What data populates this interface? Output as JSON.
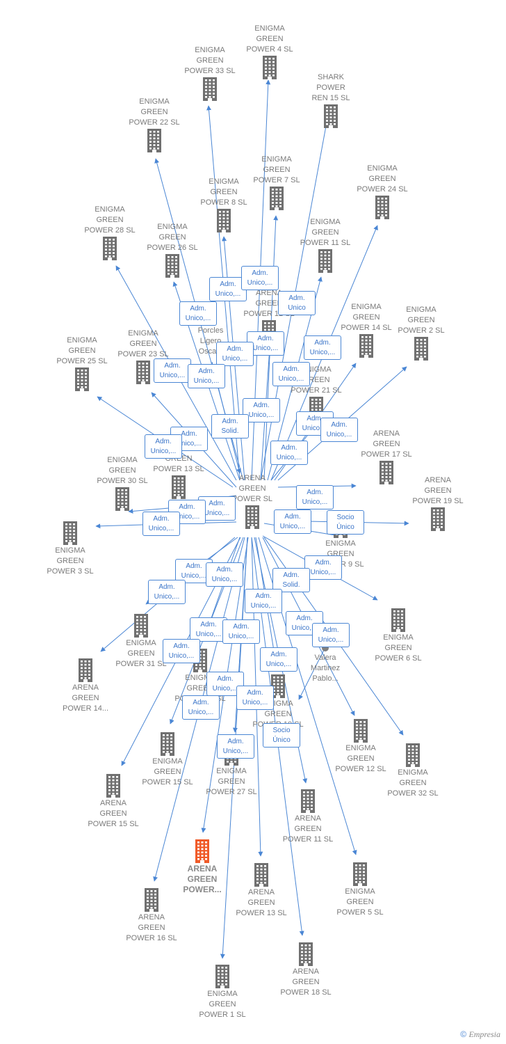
{
  "center": {
    "label": "ARENA\nGREEN\nPOWER  SL"
  },
  "focus": {
    "label": "ARENA\nGREEN\nPOWER..."
  },
  "companies": [
    {
      "label": "ENIGMA\nGREEN\nPOWER 4  SL"
    },
    {
      "label": "ENIGMA\nGREEN\nPOWER 33  SL"
    },
    {
      "label": "SHARK\nPOWER\nREN 15  SL"
    },
    {
      "label": "ENIGMA\nGREEN\nPOWER 22  SL"
    },
    {
      "label": "ENIGMA\nGREEN\nPOWER 7  SL"
    },
    {
      "label": "ENIGMA\nGREEN\nPOWER 24  SL"
    },
    {
      "label": "ENIGMA\nGREEN\nPOWER 8  SL"
    },
    {
      "label": "ENIGMA\nGREEN\nPOWER 28  SL"
    },
    {
      "label": "ENIGMA\nGREEN\nPOWER 26  SL"
    },
    {
      "label": "ENIGMA\nGREEN\nPOWER 11  SL"
    },
    {
      "label": "ARENA\nGREEN\nPOWER 12  SL"
    },
    {
      "label": "ENIGMA\nGREEN\nPOWER 14  SL"
    },
    {
      "label": "ENIGMA\nGREEN\nPOWER 2  SL"
    },
    {
      "label": "ENIGMA\nGREEN\nPOWER 25  SL"
    },
    {
      "label": "ENIGMA\nGREEN\nPOWER 23  SL"
    },
    {
      "label": "ENIGMA\nGREEN\nPOWER 21  SL"
    },
    {
      "label": "ARENA\nGREEN\nPOWER 17  SL"
    },
    {
      "label": "ENIGMA\nGREEN\nPOWER 30  SL"
    },
    {
      "label": "ARENA\nGREEN\nPOWER 19  SL"
    },
    {
      "label": "ENIGMA\nGREEN\nPOWER 13  SL"
    },
    {
      "label": "ENIGMA\nGREEN\nPOWER 3  SL"
    },
    {
      "label": "ENIGMA\nGREEN\nPOWER 9  SL"
    },
    {
      "label": "ENIGMA\nGREEN\nPOWER 6  SL"
    },
    {
      "label": "ENIGMA\nGREEN\nPOWER 31  SL"
    },
    {
      "label": "ARENA\nGREEN\nPOWER 14..."
    },
    {
      "label": "ENIGMA\nGREEN\nPOWER 29  SL"
    },
    {
      "label": "ENIGMA\nGREEN\nPOWER 10  SL"
    },
    {
      "label": "ENIGMA\nGREEN\nPOWER 12  SL"
    },
    {
      "label": "ENIGMA\nGREEN\nPOWER 32  SL"
    },
    {
      "label": "ENIGMA\nGREEN\nPOWER 15  SL"
    },
    {
      "label": "ENIGMA\nGREEN\nPOWER 27  SL"
    },
    {
      "label": "ARENA\nGREEN\nPOWER 15  SL"
    },
    {
      "label": "ARENA\nGREEN\nPOWER 11  SL"
    },
    {
      "label": "ARENA\nGREEN\nPOWER 13  SL"
    },
    {
      "label": "ENIGMA\nGREEN\nPOWER 5  SL"
    },
    {
      "label": "ARENA\nGREEN\nPOWER 16  SL"
    },
    {
      "label": "ARENA\nGREEN\nPOWER 18  SL"
    },
    {
      "label": "ENIGMA\nGREEN\nPOWER 1  SL"
    }
  ],
  "persons": [
    {
      "label": "Porcles\nLigero\nOsca..."
    },
    {
      "label": "Valera\nMartinez\nPablo..."
    }
  ],
  "badges": [
    "Adm.\nUnico,...",
    "Adm.\nUnico,...",
    "Adm.\nUnico",
    "Adm.\nUnico,...",
    "Adm.\nUnico,...",
    "Adm.\nUnico,...",
    "Adm.\nUnico,...",
    "Adm.\nUnico,...",
    "Adm.\nUnico,...",
    "Adm.\nUnico,...",
    "Adm.\nUnico,...",
    "Adm.\nSolid.",
    "Adm.\nUnico,...",
    "Adm.\nUnico,...",
    "Adm.\nUnico,...",
    "Adm.\nUnico,...",
    "Adm.\nUnico,...",
    "Adm.\nUnico,...",
    "Adm.\nUnico,...",
    "Adm.\nUnico,...",
    "Adm.\nUnico,...",
    "Adm.\nUnico,...",
    "Socio\nÚnico",
    "Adm.\nUnico,...",
    "Adm.\nUnico,...",
    "Adm.\nUnico,...",
    "Adm.\nSolid.",
    "Adm.\nUnico,...",
    "Adm.\nUnico,...",
    "Adm.\nUnico,...",
    "Adm.\nUnico,...",
    "Adm.\nUnico,...",
    "Adm.\nUnico,...",
    "Adm.\nUnico,...",
    "Adm.\nUnico,...",
    "Adm.\nUnico,...",
    "Adm.\nUnico,...",
    "Adm.\nUnico,...",
    "Socio\nÚnico",
    "Adm.\nUnico,..."
  ],
  "colors": {
    "edge": "#4a86d4",
    "building": "#707070",
    "focus": "#f05a28"
  },
  "copyright": {
    "symbol": "©",
    "brand": "Empresia"
  }
}
